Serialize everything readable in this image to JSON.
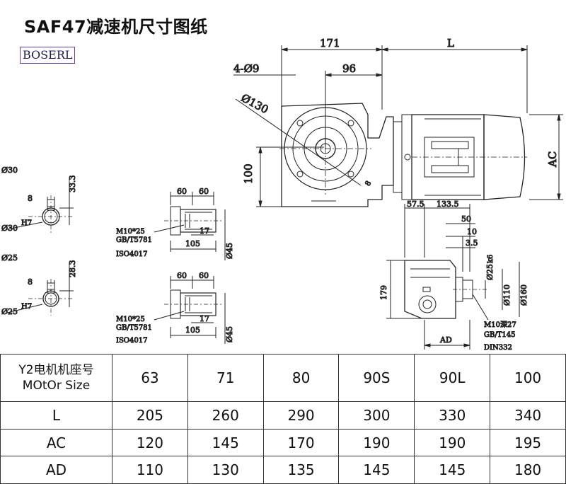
{
  "title": "SAF47减速机尺寸图纸",
  "brand": "BOSERL",
  "dims": {
    "d171": "171",
    "dL": "L",
    "d4phi9": "4-Ø9",
    "d96": "96",
    "phi130": "Ø130",
    "d100": "100",
    "dAC": "AC",
    "phi30": "Ø30",
    "d8a": "8",
    "d33_3": "33.3",
    "phi30h7": "Ø30",
    "phi25": "Ø25",
    "d8b": "8",
    "d28_3": "28.3",
    "phi25h7": "Ø25",
    "h7": "H7",
    "d60a": "60",
    "d60b": "60",
    "d17a": "17",
    "d105a": "105",
    "phi45a": "Ø45",
    "m10a": "M10*25",
    "gba": "GB/T5781",
    "isoa": "ISO4017",
    "d60c": "60",
    "d60d": "60",
    "d17b": "17",
    "d105b": "105",
    "phi45b": "Ø45",
    "m10b": "M10*25",
    "gbb": "GB/T5781",
    "isob": "ISO4017",
    "d57_5": "57.5",
    "d133_5": "133.5",
    "d50": "50",
    "d10": "10",
    "d3_5": "3.5",
    "phi25k6": "Ø25",
    "k6": "k6",
    "phi110": "Ø110",
    "phi160": "Ø160",
    "d179": "179",
    "m10deep": "M10深27",
    "gbt145": "GB/T145",
    "din332": "DIN332",
    "dAD": "AD",
    "d8c": "8"
  },
  "table": {
    "header_label_line1": "Y2电机机座号",
    "header_label_line2": "MOtOr Size",
    "sizes": [
      "63",
      "71",
      "80",
      "90S",
      "90L",
      "100"
    ],
    "rows": [
      {
        "label": "L",
        "values": [
          "205",
          "260",
          "290",
          "300",
          "330",
          "340"
        ]
      },
      {
        "label": "AC",
        "values": [
          "120",
          "145",
          "170",
          "190",
          "190",
          "195"
        ]
      },
      {
        "label": "AD",
        "values": [
          "110",
          "130",
          "135",
          "145",
          "145",
          "180"
        ]
      }
    ]
  }
}
